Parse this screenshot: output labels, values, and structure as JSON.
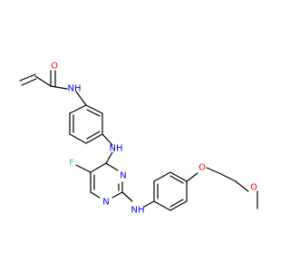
{
  "structure": {
    "atoms": [
      {
        "id": "amide_o",
        "label": "O",
        "color": "#ff0000"
      },
      {
        "id": "amide_nh",
        "label": "NH",
        "color": "#0000ff"
      },
      {
        "id": "linker_nh",
        "label": "NH",
        "color": "#0000ff"
      },
      {
        "id": "fluorine",
        "label": "F",
        "color": "#33cccc"
      },
      {
        "id": "ring_n_top",
        "label": "N",
        "color": "#0000ff"
      },
      {
        "id": "ring_n_bottom",
        "label": "N",
        "color": "#0000ff"
      },
      {
        "id": "aniline_nh",
        "label": "NH",
        "color": "#0000ff"
      },
      {
        "id": "ether_o1",
        "label": "O",
        "color": "#ff0000"
      },
      {
        "id": "ether_o2",
        "label": "O",
        "color": "#ff0000"
      }
    ]
  }
}
